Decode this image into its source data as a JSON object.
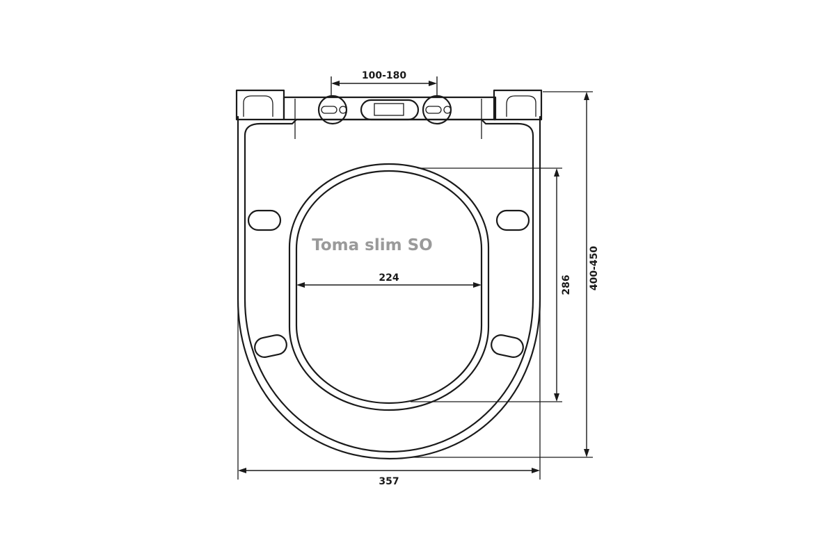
{
  "model_name": "Toma slim SO",
  "dimensions": {
    "hinge_spacing": "100-180",
    "inner_width": "224",
    "inner_length": "286",
    "total_length": "400-450",
    "total_width": "357"
  }
}
